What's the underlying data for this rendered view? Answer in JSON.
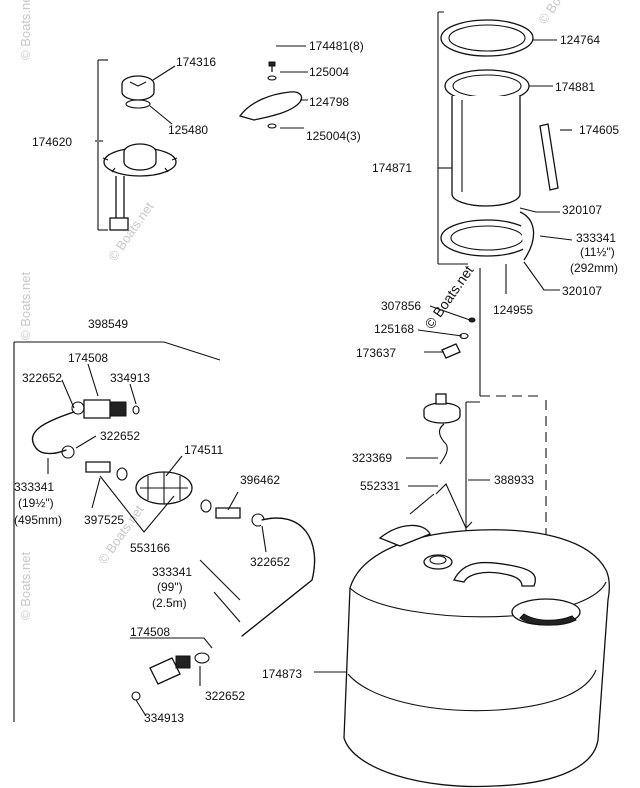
{
  "watermark": "© Boats.net",
  "labels": {
    "p174316": "174316",
    "p174620": "174620",
    "p125480": "125480",
    "p174481": "174481(8)",
    "p125004": "125004",
    "p124798": "124798",
    "p125004_3": "125004(3)",
    "p124764": "124764",
    "p174881": "174881",
    "p174605": "174605",
    "p174871": "174871",
    "p320107a": "320107",
    "p333341a_1": "333341",
    "p333341a_2": "(11½\")",
    "p333341a_3": "(292mm)",
    "p320107b": "320107",
    "p124955": "124955",
    "p307856": "307856",
    "p125168": "125168",
    "p173637": "173637",
    "p398549": "398549",
    "p174508a": "174508",
    "p322652a": "322652",
    "p334913a": "334913",
    "p322652b": "322652",
    "p174511": "174511",
    "p333341b_1": "333341",
    "p333341b_2": "(19½\")",
    "p333341b_3": "(495mm)",
    "p397525": "397525",
    "p396462": "396462",
    "p553166": "553166",
    "p322652c": "322652",
    "p323369": "323369",
    "p388933": "388933",
    "p552331": "552331",
    "p333341c_1": "333341",
    "p333341c_2": "(99\")",
    "p333341c_3": "(2.5m)",
    "p174508b": "174508",
    "p322652d": "322652",
    "p334913b": "334913",
    "p174873": "174873"
  },
  "colors": {
    "ink": "#111111",
    "watermark": "#c8c8c8",
    "background": "#ffffff"
  }
}
